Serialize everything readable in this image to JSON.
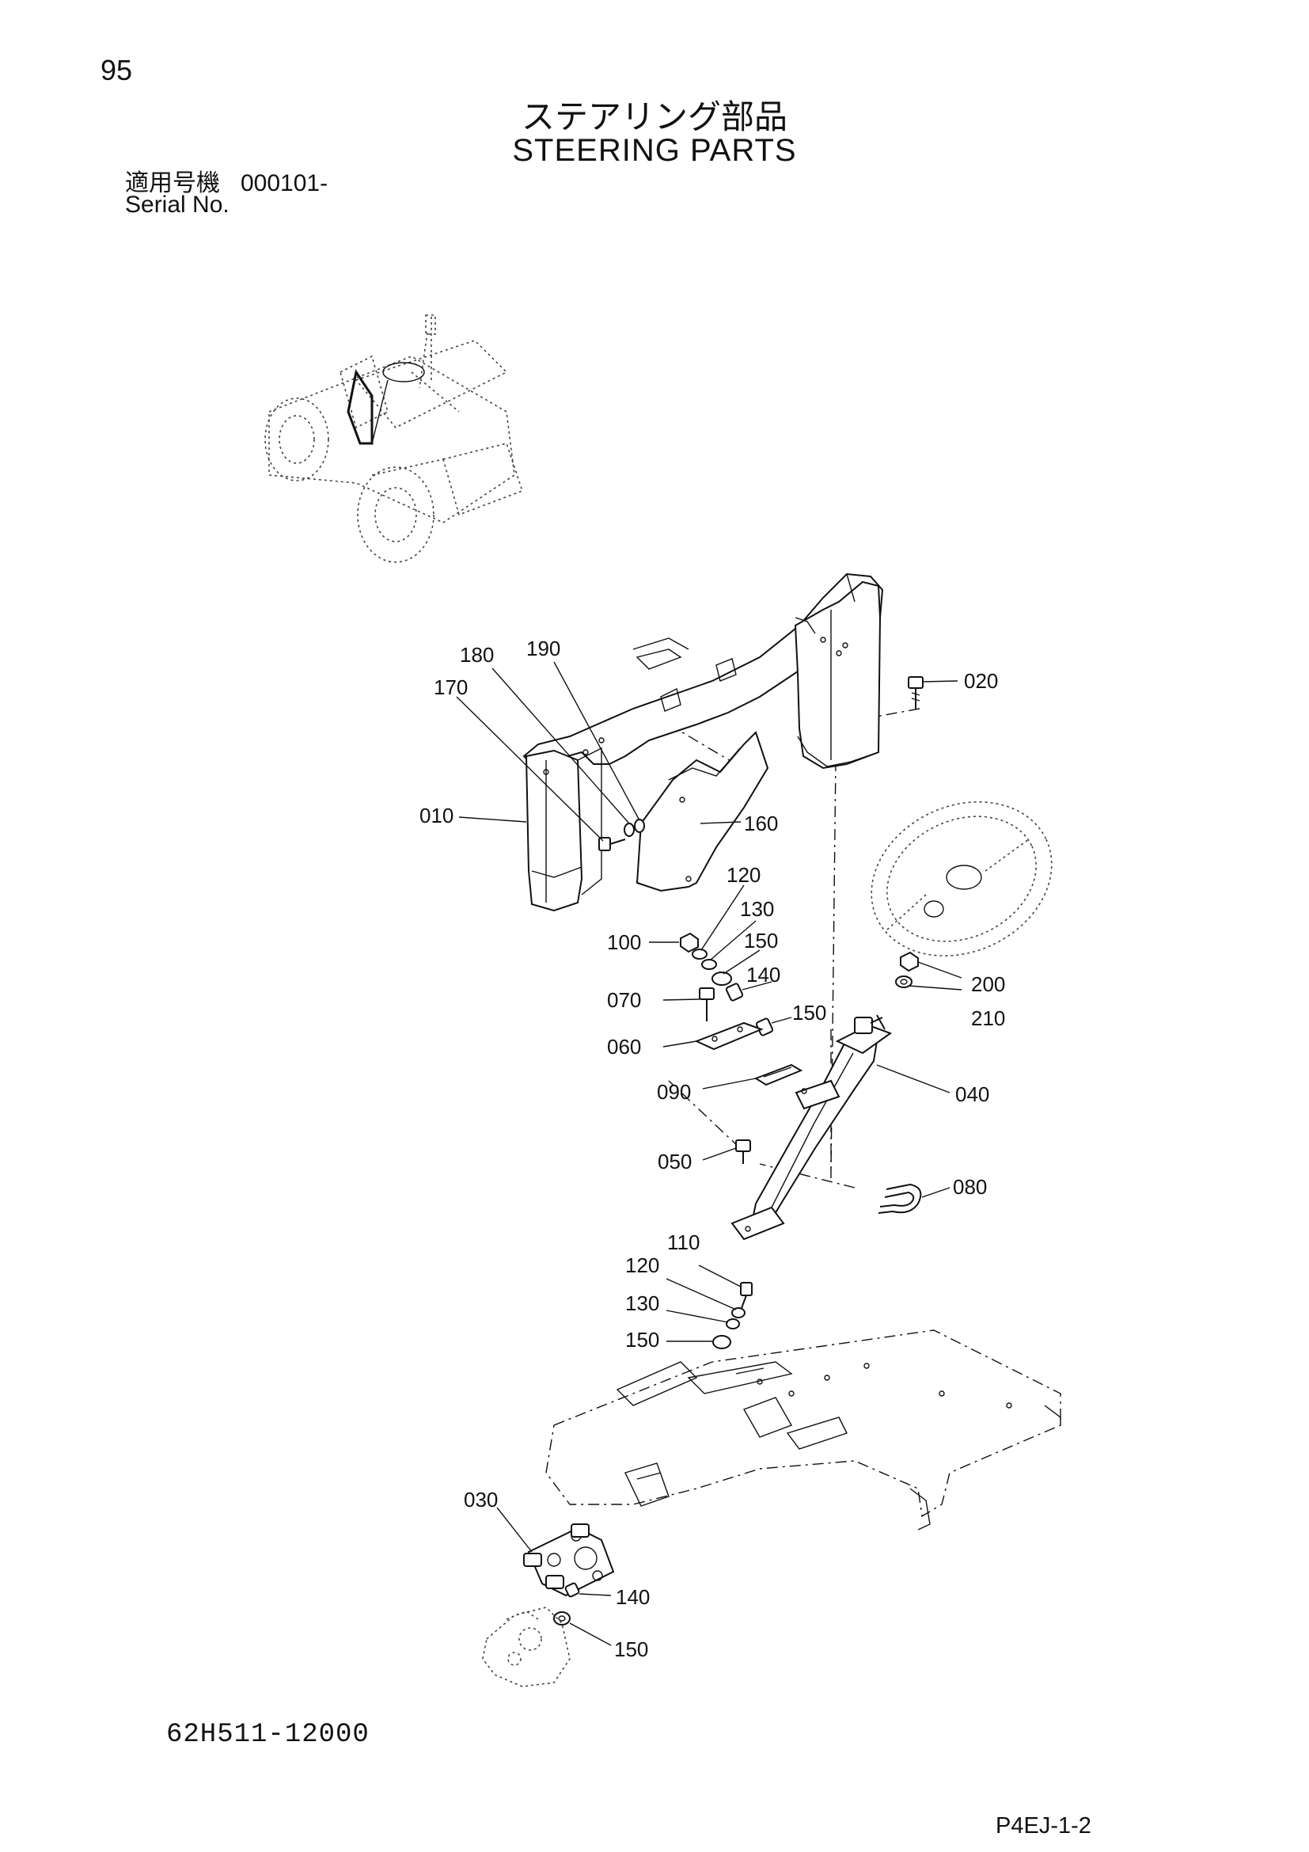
{
  "page": {
    "number": "95",
    "title_jp": "ステアリング部品",
    "title_en": "STEERING PARTS",
    "serial_label_jp": "適用号機",
    "serial_value": "000101-",
    "serial_label_en": "Serial No.",
    "drawing_number": "62H511-12000",
    "page_code": "P4EJ-1-2"
  },
  "callouts": {
    "c010": "010",
    "c020": "020",
    "c030": "030",
    "c040": "040",
    "c050": "050",
    "c060": "060",
    "c070": "070",
    "c080": "080",
    "c090": "090",
    "c100": "100",
    "c110": "110",
    "c120a": "120",
    "c120b": "120",
    "c130a": "130",
    "c130b": "130",
    "c140a": "140",
    "c140b": "140",
    "c150a": "150",
    "c150b": "150",
    "c150c": "150",
    "c150d": "150",
    "c160": "160",
    "c170": "170",
    "c180": "180",
    "c190": "190",
    "c200": "200",
    "c210": "210"
  }
}
